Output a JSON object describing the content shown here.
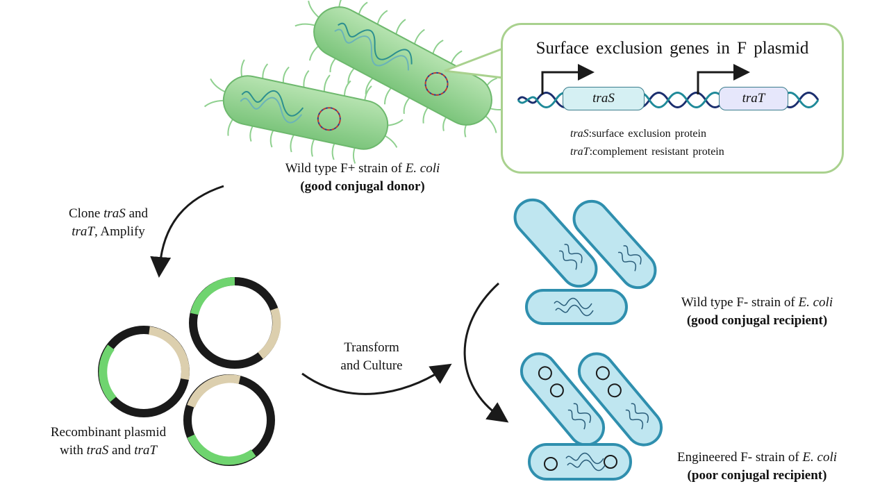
{
  "callout": {
    "title": "Surface exclusion genes in F plasmid",
    "genes": [
      {
        "name": "traS",
        "fill": "#d5f0f3"
      },
      {
        "name": "traT",
        "fill": "#e6e7fb"
      }
    ],
    "legend": [
      {
        "gene": "traS",
        "text": ":surface exclusion protein"
      },
      {
        "gene": "traT",
        "text": ":complement resistant protein"
      }
    ]
  },
  "donor": {
    "label_prefix": "Wild type F+ strain of ",
    "label_species": "E. coli",
    "label_role": "(good conjugal donor)"
  },
  "step1": {
    "line1_italic": "traS",
    "line1_suffix": " and",
    "line2_italic": "traT",
    "line2_suffix": ", Amplify",
    "line1_prefix": "Clone "
  },
  "plasmids": {
    "line1": "Recombinant plasmid",
    "line2_prefix": "with ",
    "line2_gene1": "traS",
    "line2_mid": " and ",
    "line2_gene2": "traT"
  },
  "step2": {
    "line1": "Transform",
    "line2": "and Culture"
  },
  "recipient_wt": {
    "label_prefix": "Wild type F- strain of ",
    "label_species": "E. coli",
    "label_role": "(good conjugal recipient)"
  },
  "recipient_eng": {
    "label_prefix": "Engineered F- strain of ",
    "label_species": "E. coli",
    "label_role": "(poor conjugal recipient)"
  },
  "colors": {
    "callout_border": "#a9d18e",
    "plasmid_green": "#6fd46f",
    "plasmid_tan": "#dccfae",
    "plasmid_black": "#1a1a1a",
    "bacterium_green": "#8fd08f",
    "recipient_fill": "#bfe6f0",
    "recipient_border": "#2f8fae",
    "dna_dark": "#1b2e6e",
    "dna_teal": "#1f8a99"
  }
}
